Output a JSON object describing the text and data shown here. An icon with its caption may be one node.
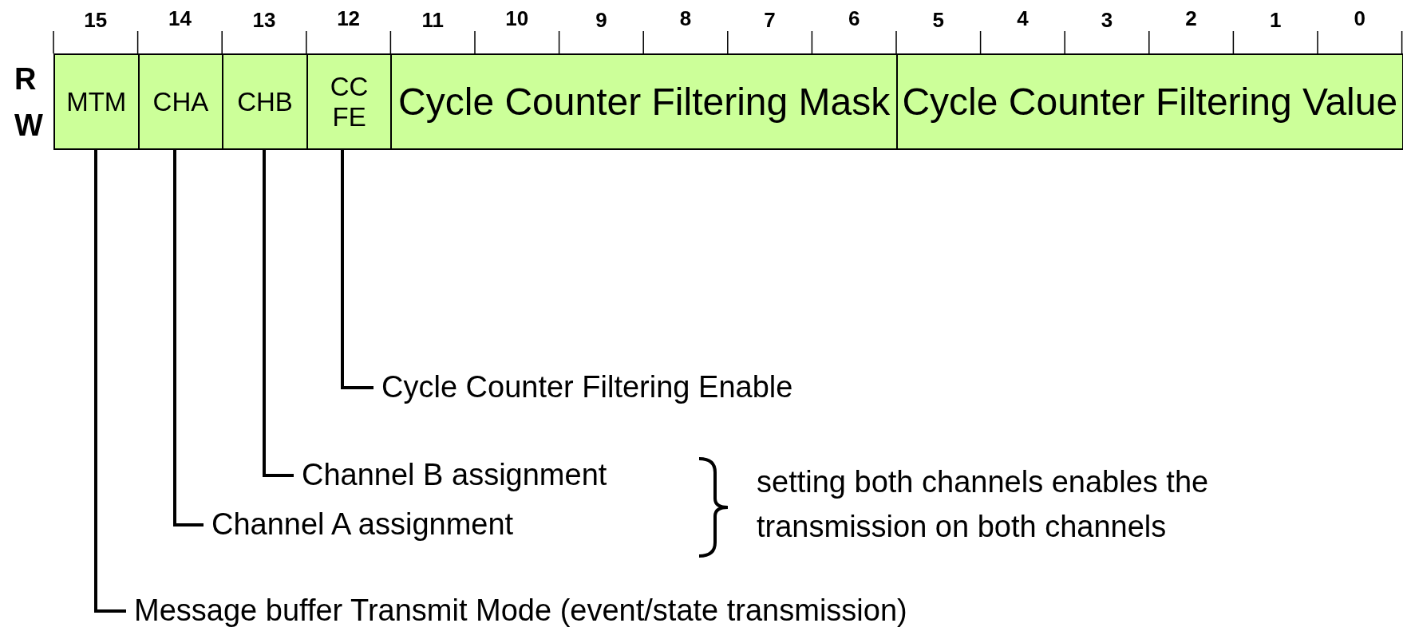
{
  "diagram": {
    "nodes": [
      {
        "text": [
          "MTM"
        ]
      },
      {
        "text": [
          "CHA"
        ]
      },
      {
        "text": [
          "CHB"
        ]
      },
      {
        "text": [
          "CC FE"
        ]
      },
      {
        "text": [
          "Cycle Counter Filtering Mask"
        ]
      },
      {
        "text": [
          "Cycle Counter Filtering Value"
        ]
      },
      {
        "text": [
          "Cycle Counter Filtering Enable"
        ]
      },
      {
        "text": [
          "Channel B assignment"
        ]
      },
      {
        "text": [
          "Channel A assignment"
        ]
      },
      {
        "text": [
          "Message buffer Transmit Mode (event/state transmission)"
        ]
      }
    ],
    "edges": [
      {
        "from": 6,
        "to": 3,
        "arrow": "none"
      },
      {
        "from": 7,
        "to": 2,
        "arrow": "none"
      },
      {
        "from": 8,
        "to": 1,
        "arrow": "none"
      },
      {
        "from": 9,
        "to": 0,
        "arrow": "none"
      }
    ],
    "labels": [
      "15",
      "14",
      "13",
      "12",
      "11",
      "10",
      "9",
      "8",
      "7",
      "6",
      "5",
      "4",
      "3",
      "2",
      "1",
      "0",
      "R",
      "W",
      "setting both channels enables the transmission on both channels"
    ]
  }
}
